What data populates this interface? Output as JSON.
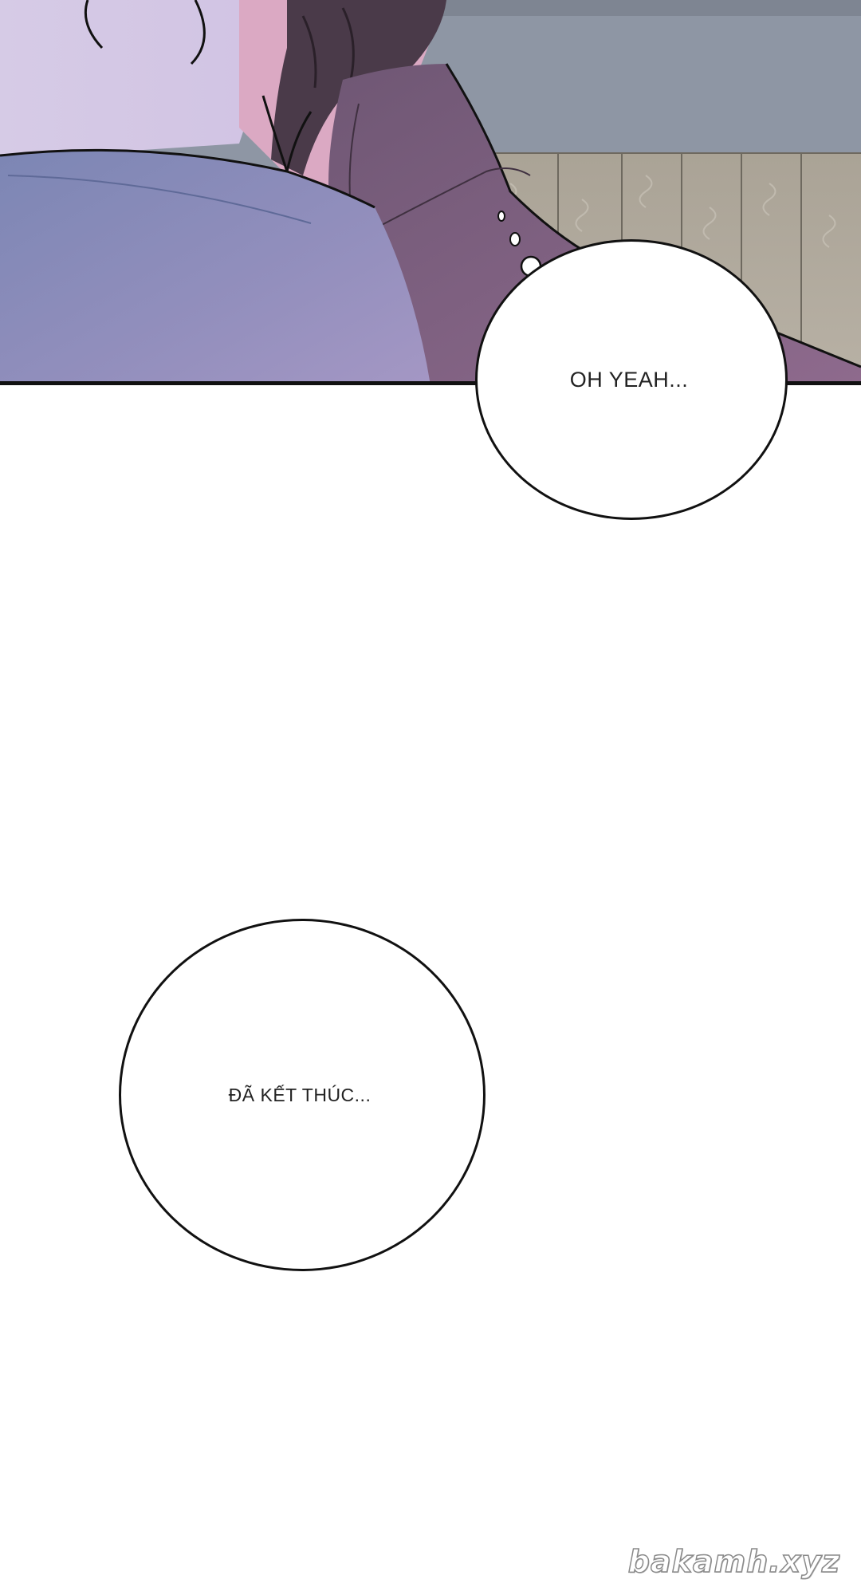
{
  "panel": {
    "palette": {
      "wall": "#d8cbe7",
      "wall_pink": "#dba9c3",
      "hair": "#4a3a49",
      "coat_dark": "#7d5f80",
      "shirt": "#8a8bb8",
      "floor": "#b3ac9f",
      "sky": "#8e96a4",
      "outline": "#111111"
    }
  },
  "bubbles": {
    "oh_yeah": "OH YEAH...",
    "da_ket_thuc": "ĐÃ KẾT THÚC..."
  },
  "watermark": {
    "text": "bakamh.xyz"
  }
}
